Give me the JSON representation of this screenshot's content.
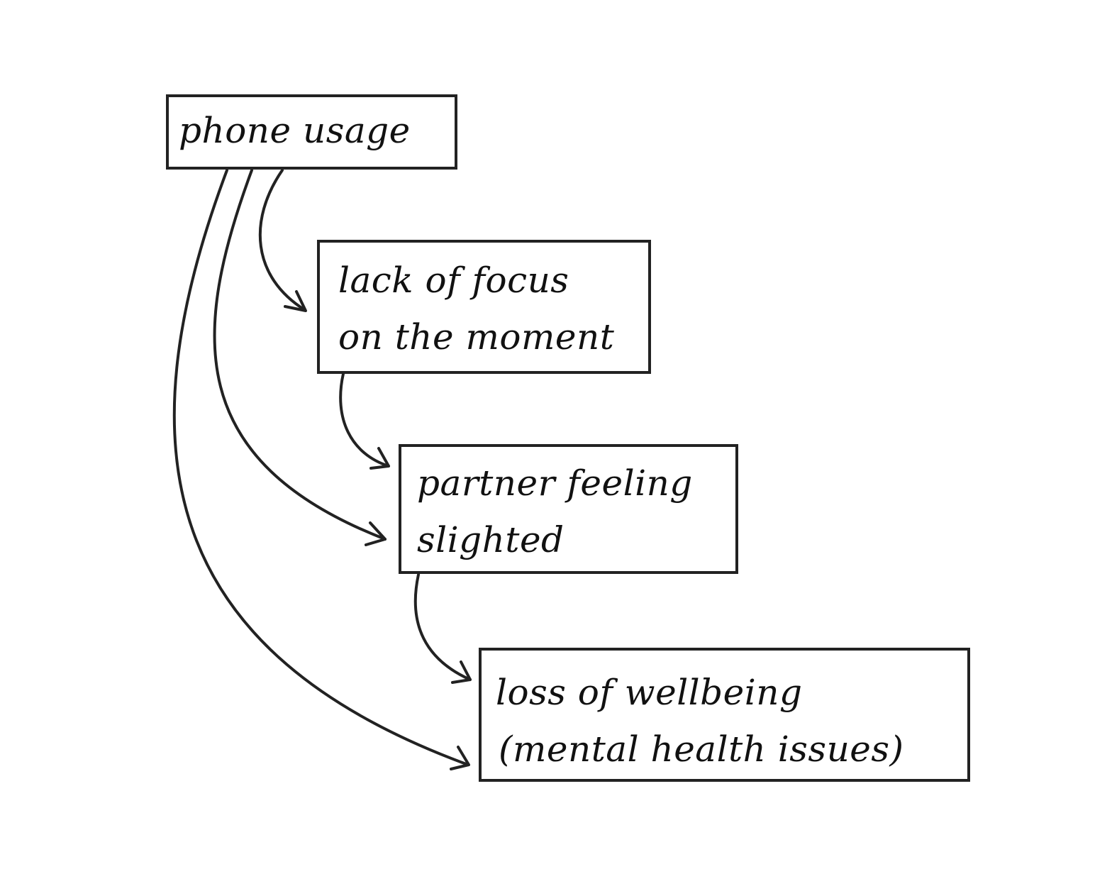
{
  "diagram": {
    "nodes": [
      {
        "id": "phone_usage",
        "lines": [
          "phone usage"
        ]
      },
      {
        "id": "lack_of_focus",
        "lines": [
          "lack of focus",
          "on the moment"
        ]
      },
      {
        "id": "partner_slighted",
        "lines": [
          "partner feeling",
          "slighted"
        ]
      },
      {
        "id": "loss_of_wellbeing",
        "lines": [
          "loss of wellbeing",
          "(mental health issues)"
        ]
      }
    ],
    "edges": [
      {
        "from": "phone_usage",
        "to": "lack_of_focus"
      },
      {
        "from": "phone_usage",
        "to": "partner_slighted"
      },
      {
        "from": "phone_usage",
        "to": "loss_of_wellbeing"
      },
      {
        "from": "lack_of_focus",
        "to": "partner_slighted"
      },
      {
        "from": "partner_slighted",
        "to": "loss_of_wellbeing"
      }
    ],
    "colors": {
      "stroke": "#222222",
      "text": "#111111",
      "background": "#ffffff"
    }
  }
}
